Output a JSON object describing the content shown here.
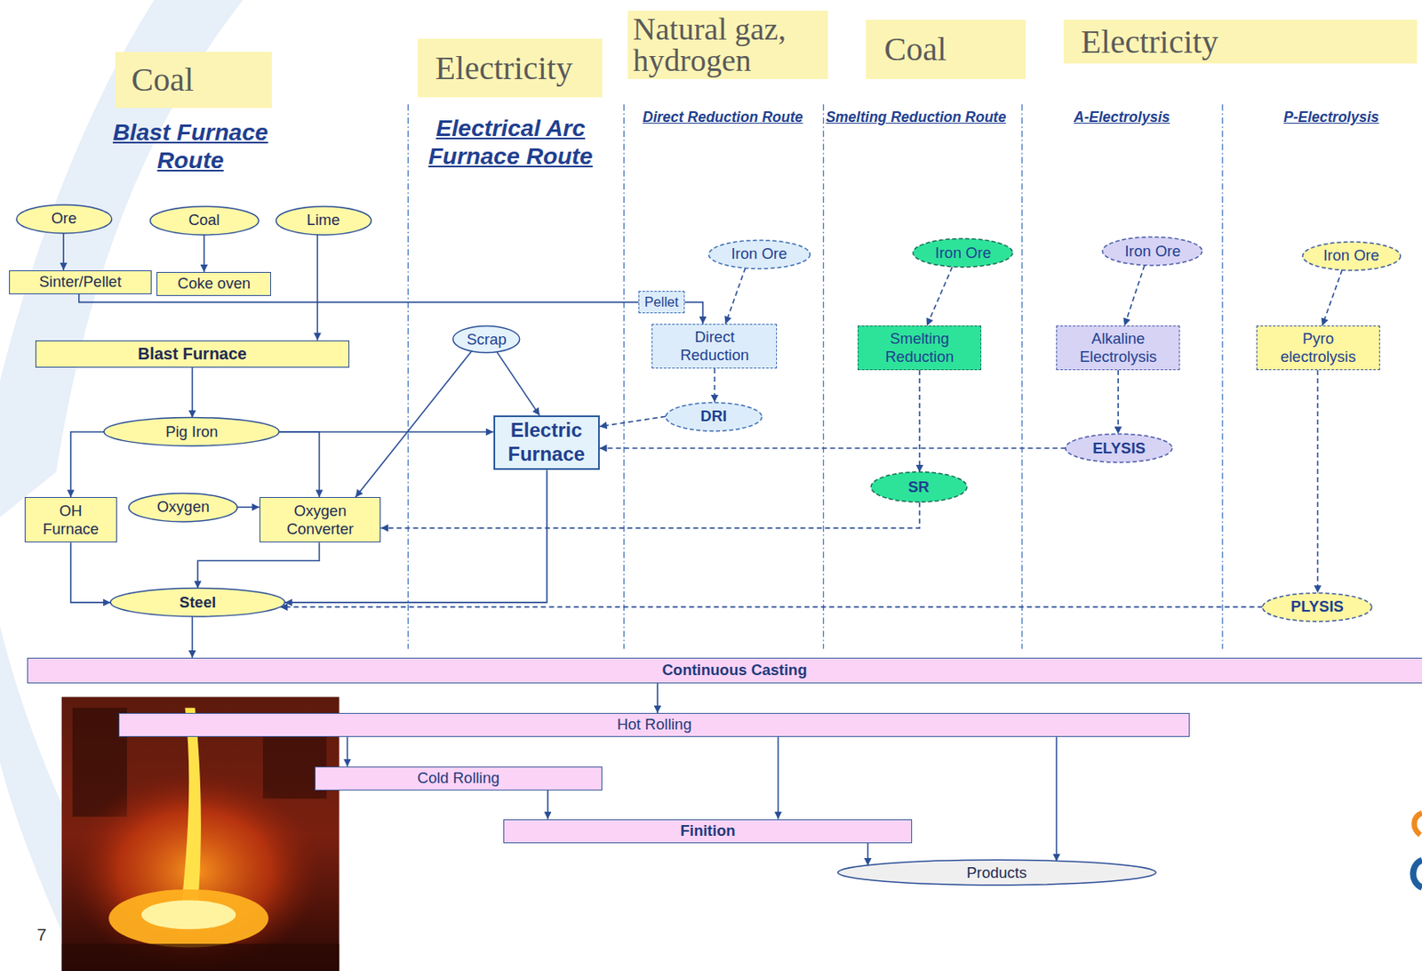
{
  "diagram": {
    "nodes": [
      {
        "text": [
          "Coal"
        ]
      },
      {
        "text": [
          "Electricity"
        ]
      },
      {
        "text": [
          "Natural gaz, hydrogen"
        ]
      },
      {
        "text": [
          "Coal"
        ]
      },
      {
        "text": [
          "Electricity"
        ]
      },
      {
        "text": [
          "Ore"
        ]
      },
      {
        "text": [
          "Coal"
        ]
      },
      {
        "text": [
          "Lime"
        ]
      },
      {
        "text": [
          "Sinter/Pellet"
        ]
      },
      {
        "text": [
          "Coke oven"
        ]
      },
      {
        "text": [
          "Blast Furnace"
        ]
      },
      {
        "text": [
          "Pig Iron"
        ]
      },
      {
        "text": [
          "OH Furnace"
        ]
      },
      {
        "text": [
          "Oxygen"
        ]
      },
      {
        "text": [
          "Oxygen Converter"
        ]
      },
      {
        "text": [
          "Steel"
        ]
      },
      {
        "text": [
          "Scrap"
        ]
      },
      {
        "text": [
          "Electric Furnace"
        ]
      },
      {
        "text": [
          "Iron Ore"
        ]
      },
      {
        "text": [
          "Pellet"
        ]
      },
      {
        "text": [
          "Direct Reduction"
        ]
      },
      {
        "text": [
          "DRI"
        ]
      },
      {
        "text": [
          "Iron Ore"
        ]
      },
      {
        "text": [
          "Smelting Reduction"
        ]
      },
      {
        "text": [
          "SR"
        ]
      },
      {
        "text": [
          "Iron Ore"
        ]
      },
      {
        "text": [
          "Alkaline Electrolysis"
        ]
      },
      {
        "text": [
          "ELYSIS"
        ]
      },
      {
        "text": [
          "Iron Ore"
        ]
      },
      {
        "text": [
          "Pyro electrolysis"
        ]
      },
      {
        "text": [
          "PLYSIS"
        ]
      },
      {
        "text": [
          "Continuous Casting"
        ]
      },
      {
        "text": [
          "Hot Rolling"
        ]
      },
      {
        "text": [
          "Cold Rolling"
        ]
      },
      {
        "text": [
          "Finition"
        ]
      },
      {
        "text": [
          "Products"
        ]
      }
    ],
    "edges": [
      {
        "from": 5,
        "to": 8,
        "arrow": "to"
      },
      {
        "from": 6,
        "to": 9,
        "arrow": "to"
      },
      {
        "from": 7,
        "to": 10,
        "arrow": "to"
      },
      {
        "from": 8,
        "to": 19,
        "arrow": "none"
      },
      {
        "from": 19,
        "to": 20,
        "arrow": "to"
      },
      {
        "from": 18,
        "to": 20,
        "arrow": "to"
      },
      {
        "from": 20,
        "to": 21,
        "arrow": "to"
      },
      {
        "from": 21,
        "to": 17,
        "arrow": "to"
      },
      {
        "from": 10,
        "to": 11,
        "arrow": "to"
      },
      {
        "from": 11,
        "to": 12,
        "arrow": "to"
      },
      {
        "from": 11,
        "to": 14,
        "arrow": "to"
      },
      {
        "from": 11,
        "to": 17,
        "arrow": "to"
      },
      {
        "from": 16,
        "to": 17,
        "arrow": "to"
      },
      {
        "from": 16,
        "to": 14,
        "arrow": "to"
      },
      {
        "from": 13,
        "to": 14,
        "arrow": "to"
      },
      {
        "from": 12,
        "to": 15,
        "arrow": "to"
      },
      {
        "from": 14,
        "to": 15,
        "arrow": "to"
      },
      {
        "from": 17,
        "to": 15,
        "arrow": "to"
      },
      {
        "from": 22,
        "to": 23,
        "arrow": "to"
      },
      {
        "from": 23,
        "to": 24,
        "arrow": "to"
      },
      {
        "from": 24,
        "to": 14,
        "arrow": "to"
      },
      {
        "from": 25,
        "to": 26,
        "arrow": "to"
      },
      {
        "from": 26,
        "to": 27,
        "arrow": "to"
      },
      {
        "from": 27,
        "to": 17,
        "arrow": "to"
      },
      {
        "from": 28,
        "to": 29,
        "arrow": "to"
      },
      {
        "from": 29,
        "to": 30,
        "arrow": "to"
      },
      {
        "from": 30,
        "to": 15,
        "arrow": "to"
      },
      {
        "from": 15,
        "to": 31,
        "arrow": "to"
      },
      {
        "from": 31,
        "to": 32,
        "arrow": "to"
      },
      {
        "from": 32,
        "to": 33,
        "arrow": "to"
      },
      {
        "from": 32,
        "to": 34,
        "arrow": "to"
      },
      {
        "from": 32,
        "to": 35,
        "arrow": "to"
      },
      {
        "from": 33,
        "to": 34,
        "arrow": "to"
      },
      {
        "from": 34,
        "to": 35,
        "arrow": "to"
      }
    ],
    "labels": [
      "Blast Furnace Route",
      "Electrical Arc Furnace Route",
      "Direct Reduction Route",
      "Smelting Reduction Route",
      "A-Electrolysis",
      "P-Electrolysis",
      "7"
    ]
  }
}
